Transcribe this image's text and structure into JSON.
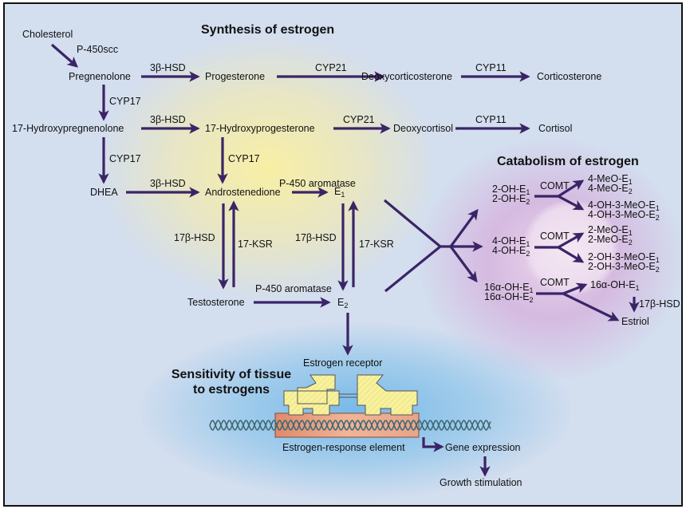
{
  "titles": {
    "synthesis": "Synthesis of estrogen",
    "catabolism": "Catabolism of estrogen",
    "sensitivity_line1": "Sensitivity of tissue",
    "sensitivity_line2": "to estrogens"
  },
  "colors": {
    "arrow": "#3b2466",
    "background": "#d3deef",
    "synthesis_glow": "#f6eea6",
    "catabolism_glow": "#d9b6de",
    "sensitivity_glow": "#7fbbe8",
    "receptor": "#f2ea8a",
    "response_element": "#e9a58a",
    "dna": "#3f6a73"
  },
  "compounds": {
    "cholesterol": "Cholesterol",
    "pregnenolone": "Pregnenolone",
    "progesterone": "Progesterone",
    "deoxycorticosterone": "Deoxycorticosterone",
    "corticosterone": "Corticosterone",
    "hydroxypregnenolone": "17-Hydroxypregnenolone",
    "hydroxyprogesterone": "17-Hydroxyprogesterone",
    "deoxycortisol": "Deoxycortisol",
    "cortisol": "Cortisol",
    "dhea": "DHEA",
    "androstenedione": "Androstenedione",
    "e1": {
      "base": "E",
      "sub": "1"
    },
    "e2": {
      "base": "E",
      "sub": "2"
    },
    "testosterone": "Testosterone"
  },
  "enzymes": {
    "p450scc": "P-450scc",
    "hsd3b_1": "3β-HSD",
    "hsd3b_2": "3β-HSD",
    "hsd3b_3": "3β-HSD",
    "cyp21_1": "CYP21",
    "cyp21_2": "CYP21",
    "cyp11_1": "CYP11",
    "cyp11_2": "CYP11",
    "cyp17_1": "CYP17",
    "cyp17_2": "CYP17",
    "cyp17_3": "CYP17",
    "aromatase_1": "P-450 aromatase",
    "aromatase_2": "P-450 aromatase",
    "hsd17b_1": "17β-HSD",
    "hsd17b_2": "17β-HSD",
    "hsd17b_3": "17β-HSD",
    "ksr_1": "17-KSR",
    "ksr_2": "17-KSR",
    "comt_1": "COMT",
    "comt_2": "COMT",
    "comt_3": "COMT"
  },
  "catabolism": {
    "group1_inputs": [
      {
        "base": "2-OH-E",
        "sub": "1"
      },
      {
        "base": "2-OH-E",
        "sub": "2"
      }
    ],
    "group1_out_a": [
      {
        "base": "4-MeO-E",
        "sub": "1"
      },
      {
        "base": "4-MeO-E",
        "sub": "2"
      }
    ],
    "group1_out_b": [
      {
        "base": "4-OH-3-MeO-E",
        "sub": "1"
      },
      {
        "base": "4-OH-3-MeO-E",
        "sub": "2"
      }
    ],
    "group2_inputs": [
      {
        "base": "4-OH-E",
        "sub": "1"
      },
      {
        "base": "4-OH-E",
        "sub": "2"
      }
    ],
    "group2_out_a": [
      {
        "base": "2-MeO-E",
        "sub": "1"
      },
      {
        "base": "2-MeO-E",
        "sub": "2"
      }
    ],
    "group2_out_b": [
      {
        "base": "2-OH-3-MeO-E",
        "sub": "1"
      },
      {
        "base": "2-OH-3-MeO-E",
        "sub": "2"
      }
    ],
    "group3_inputs": [
      {
        "base": "16α-OH-E",
        "sub": "1"
      },
      {
        "base": "16α-OH-E",
        "sub": "2"
      }
    ],
    "group3_out_a": {
      "base": "16α-OH-E",
      "sub": "1"
    },
    "estriol": "Estriol"
  },
  "sensitivity": {
    "receptor": "Estrogen receptor",
    "response_element": "Estrogen-response element",
    "gene_expression": "Gene expression",
    "growth": "Growth stimulation"
  }
}
